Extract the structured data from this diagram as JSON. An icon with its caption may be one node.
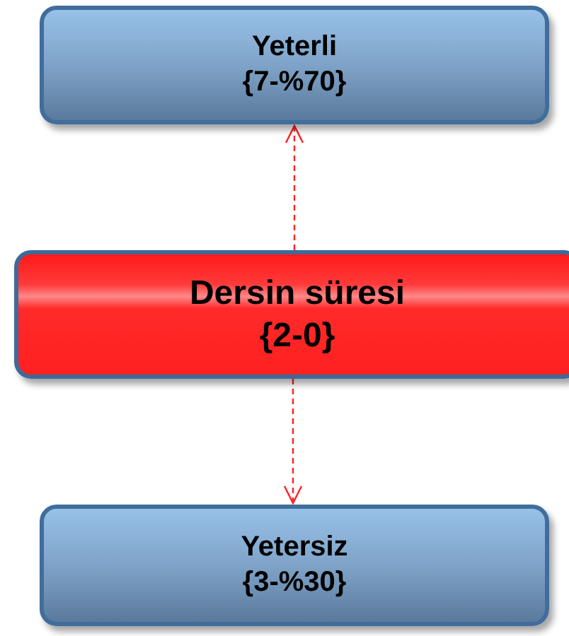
{
  "diagram": {
    "nodes": [
      {
        "text": [
          "Yeterli",
          "{7-%70}"
        ]
      },
      {
        "text": [
          "Dersin süresi",
          "{2-0}"
        ]
      },
      {
        "text": [
          "Yetersiz",
          "{3-%30}"
        ]
      }
    ],
    "edges": [
      {
        "from": 1,
        "to": 0,
        "arrow": "to",
        "style": "dashed"
      },
      {
        "from": 1,
        "to": 2,
        "arrow": "to",
        "style": "dashed"
      }
    ]
  }
}
